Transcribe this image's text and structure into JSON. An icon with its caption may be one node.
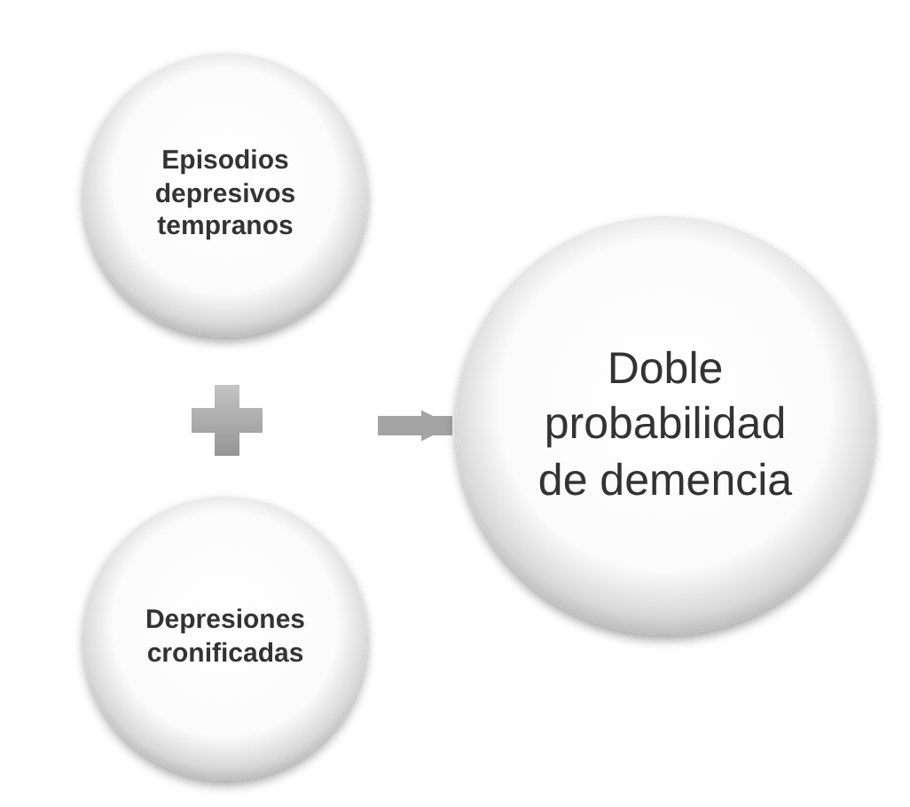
{
  "diagram": {
    "nodes": [
      {
        "text": [
          "Episodios depresivos tempranos"
        ]
      },
      {
        "text": [
          "Depresiones cronificadas"
        ]
      },
      {
        "text": [
          "Doble probabilidad de demencia"
        ]
      }
    ],
    "edges": [
      {
        "from": null,
        "to": 2,
        "arrow": "to"
      }
    ]
  }
}
